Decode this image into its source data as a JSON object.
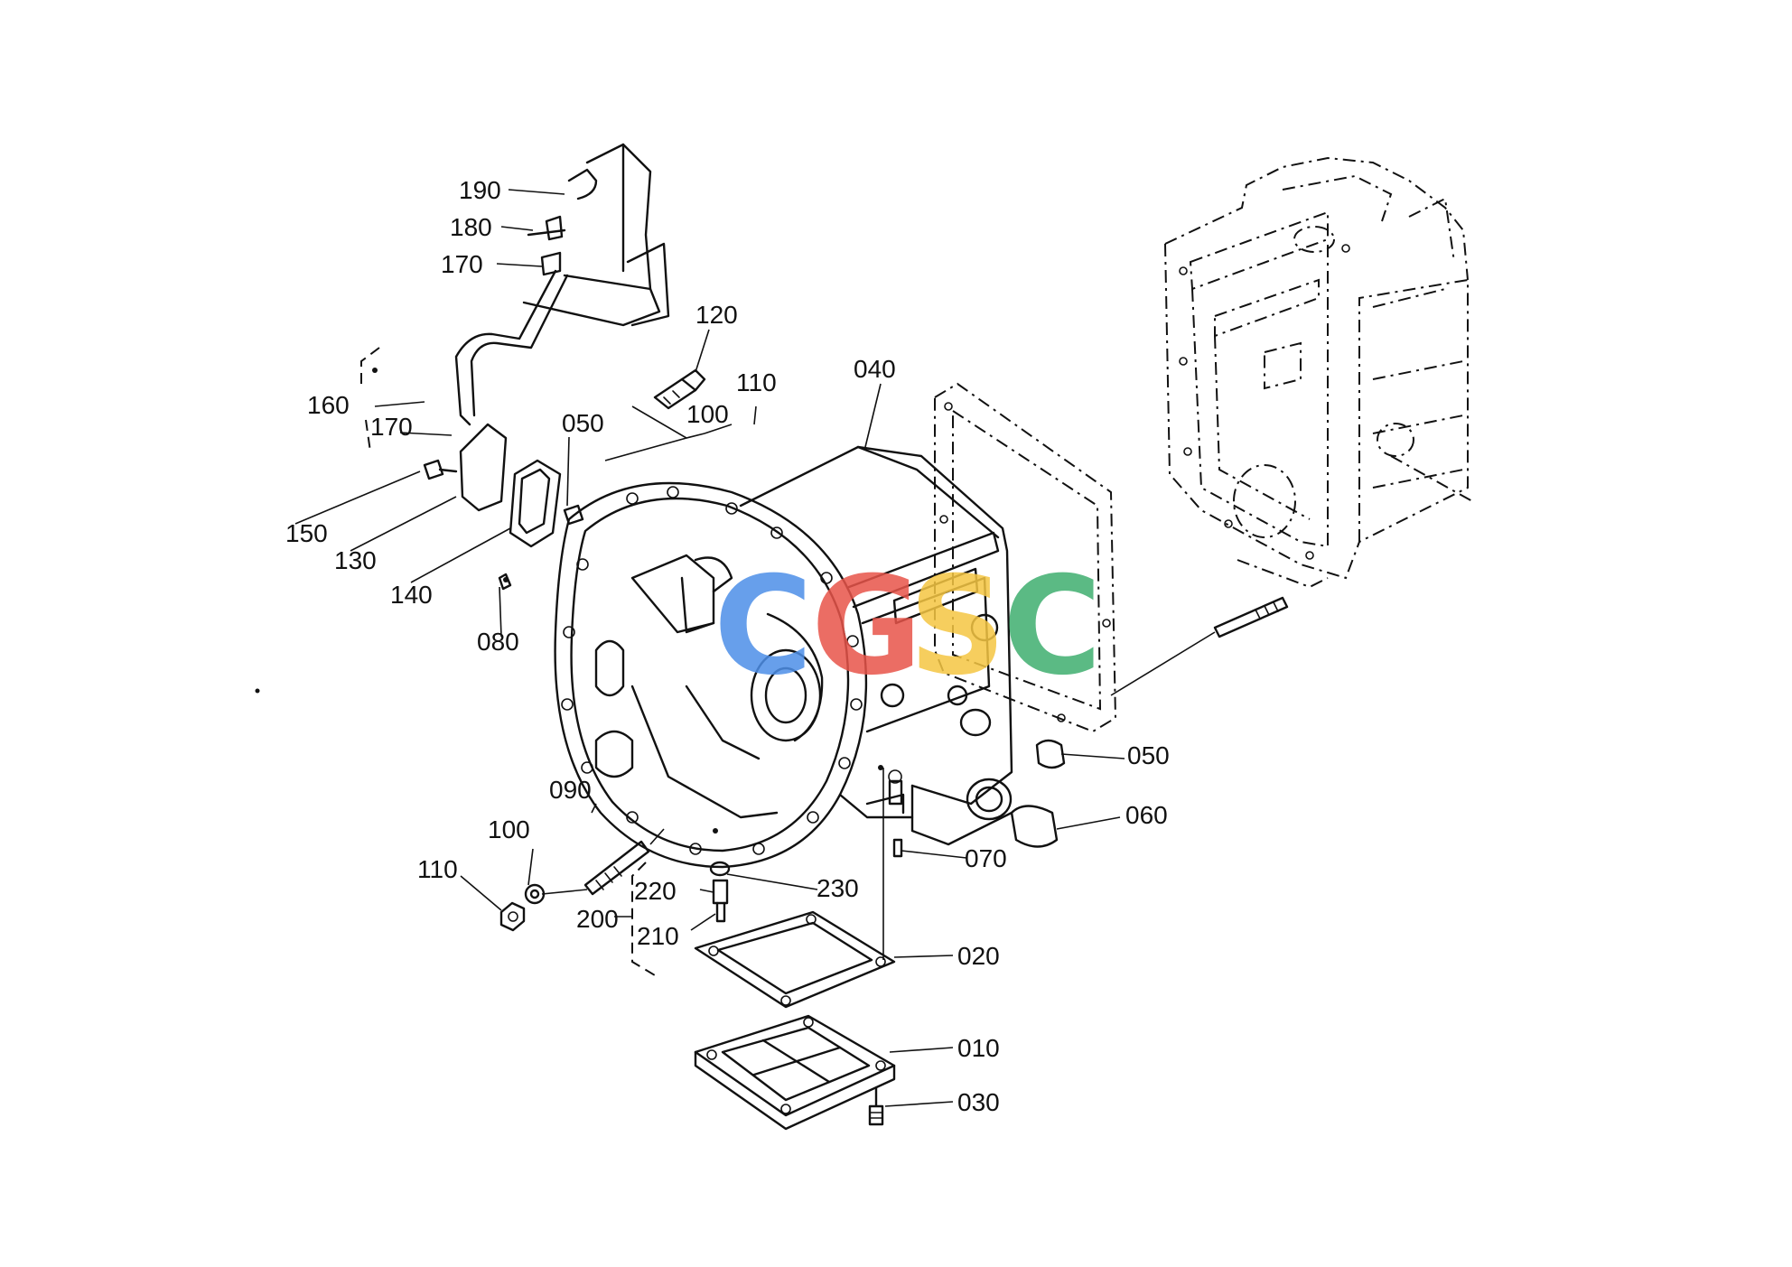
{
  "callouts": {
    "c190": "190",
    "c180": "180",
    "c170a": "170",
    "c120": "120",
    "c110a": "110",
    "c040": "040",
    "c100a": "100",
    "c160": "160",
    "c170b": "170",
    "c050a": "050",
    "c150": "150",
    "c130": "130",
    "c140": "140",
    "c080": "080",
    "c050b": "050",
    "c060": "060",
    "c070": "070",
    "c090": "090",
    "c100b": "100",
    "c110b": "110",
    "c220": "220",
    "c230": "230",
    "c200": "200",
    "c210": "210",
    "c020": "020",
    "c010": "010",
    "c030": "030"
  },
  "watermark": {
    "letters": [
      "C",
      "G",
      "S",
      "C"
    ],
    "colors": [
      "#4d8fe8",
      "#e8544a",
      "#f5c643",
      "#3fae6f"
    ]
  }
}
